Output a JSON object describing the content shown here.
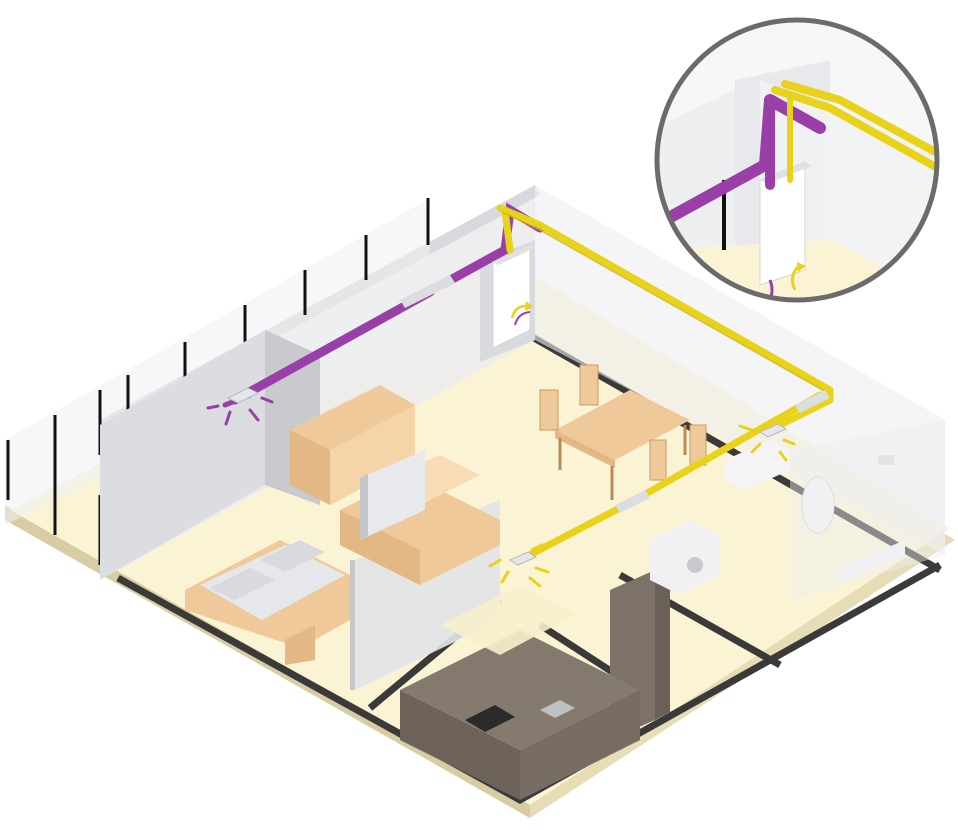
{
  "diagram": {
    "kind": "isometric-apartment-ventilation",
    "palette": {
      "supply_duct": "#9b3fa8",
      "extract_duct": "#e8d21a",
      "floor": "#fbf4d4",
      "base": "#e6dcb5",
      "wall": "#e4e5e8",
      "wall_shadow": "#c9cacd",
      "wood": "#f0c99a",
      "counter": "#857a6e",
      "fence_post": "#111111",
      "magnifier_ring": "#6b6b6b"
    },
    "icons": [
      "ventilation-unit-icon",
      "supply-diffuser-icon",
      "extract-valve-icon",
      "airflow-arrow-icon"
    ],
    "inset": {
      "shape": "circle",
      "subject": "ventilation-unit-detail"
    }
  }
}
